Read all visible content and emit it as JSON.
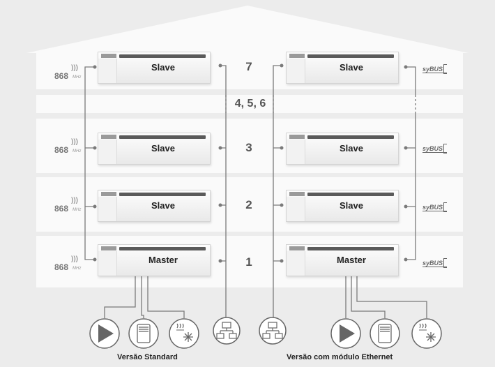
{
  "floors": [
    {
      "level": "7",
      "left_unit": "Slave",
      "right_unit": "Slave"
    },
    {
      "level": "4, 5, 6"
    },
    {
      "level": "3",
      "left_unit": "Slave",
      "right_unit": "Slave"
    },
    {
      "level": "2",
      "left_unit": "Slave",
      "right_unit": "Slave"
    },
    {
      "level": "1",
      "left_unit": "Master",
      "right_unit": "Master"
    }
  ],
  "radio": {
    "freq": "868",
    "unit": "MHz"
  },
  "bus": {
    "label": "syBUS"
  },
  "captions": {
    "left": "Versão Standard",
    "right": "Versão com módulo Ethernet"
  },
  "icons": {
    "left_group": [
      "pump-icon",
      "boiler-icon",
      "heat-cool-icon"
    ],
    "network": [
      "network-icon",
      "network-icon"
    ],
    "right_group": [
      "pump-icon",
      "boiler-icon",
      "heat-cool-icon"
    ]
  },
  "colors": {
    "background": "#ececec",
    "floor": "#fafafa",
    "line": "#777777",
    "text": "#222222"
  }
}
